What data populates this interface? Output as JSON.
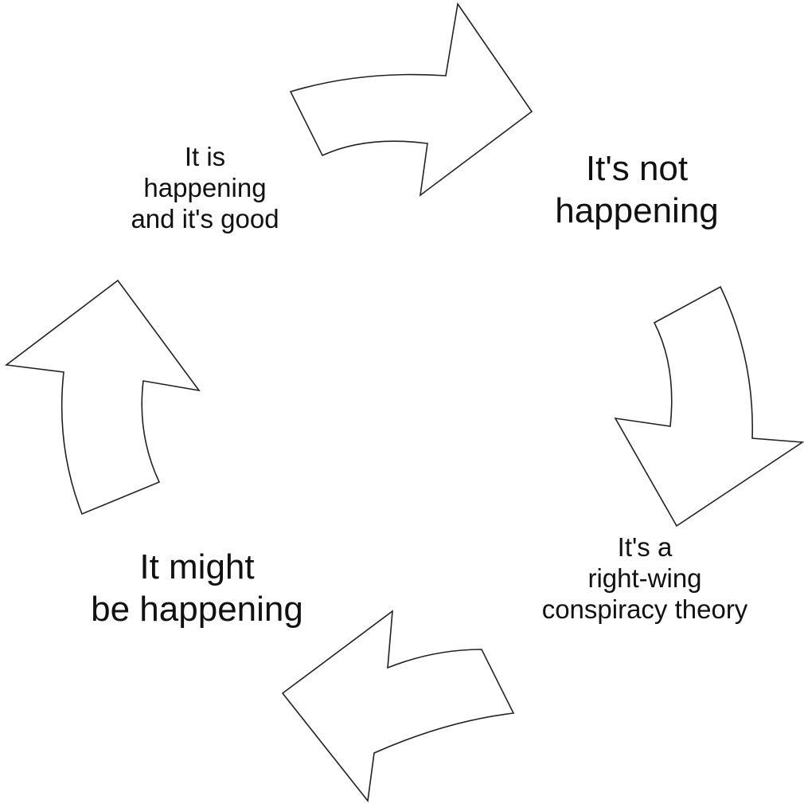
{
  "labels": {
    "top_left": [
      "It is",
      "happening",
      "and it's good"
    ],
    "top_right": [
      "It's not",
      "happening"
    ],
    "bottom_right": [
      "It's a",
      "right-wing",
      "conspiracy theory"
    ],
    "bottom_left": [
      "It might",
      "be happening"
    ]
  },
  "colors": {
    "stroke": "#222222",
    "fill": "#ffffff",
    "text": "#111111"
  }
}
